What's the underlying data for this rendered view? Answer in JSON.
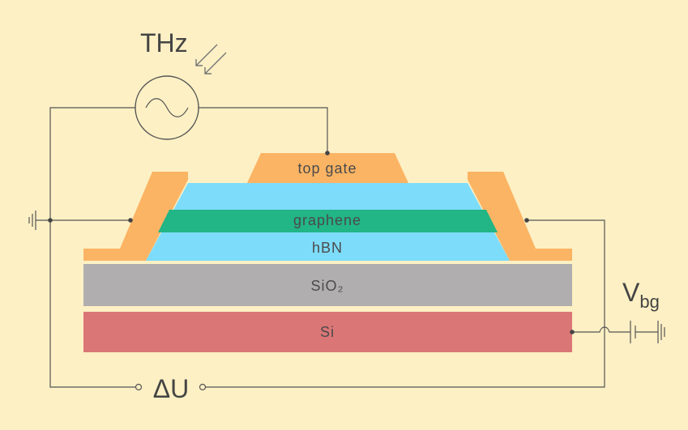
{
  "diagram": {
    "source_label": "THz",
    "layers": {
      "top_gate": "top gate",
      "graphene": "graphene",
      "hbn": "hBN",
      "sio2": "SiO₂",
      "si": "Si"
    },
    "voltmeter_label": "ΔU",
    "backgate_label_main": "V",
    "backgate_label_sub": "bg"
  },
  "colors": {
    "background": "#fdf0c4",
    "contact": "#fbb464",
    "hbn": "#7ddcfa",
    "graphene": "#22b585",
    "sio2": "#b0aeae",
    "si": "#db7676",
    "wire": "#555555"
  }
}
